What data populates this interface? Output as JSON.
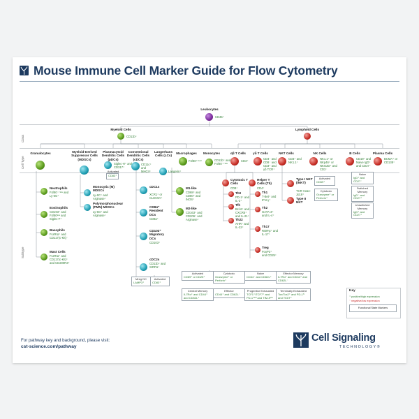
{
  "title": "Mouse Immune Cell Marker Guide for Flow Cytometry",
  "side_labels": {
    "class": "Class",
    "cell_type": "Cell Type",
    "subtype": "Subtype"
  },
  "root": {
    "name": "Leukocytes",
    "marker": "CD45⁺"
  },
  "classes": {
    "myeloid": {
      "name": "Myeloid Cells",
      "marker": "CD11b⁺"
    },
    "lymphoid": {
      "name": "Lymphoid Cells"
    }
  },
  "myeloid_types": [
    {
      "name": "Granulocytes"
    },
    {
      "name": "Myeloid-Derived Suppressor Cells (MDSCs)"
    },
    {
      "name": "Plasmacytoid Dendritic Cells (pDCs)",
      "marker": "Siglec-H⁺ and CD317⁺",
      "note": "Activated",
      "box": "CD83⁺"
    },
    {
      "name": "Conventional Dendritic Cells (cDCs)",
      "marker": "CD11c⁺ and MHCII⁺"
    },
    {
      "name": "Langerhans Cells (LCs)",
      "marker": "Langerin⁺"
    },
    {
      "name": "Macrophages",
      "marker": "F4/80⁺ᵐᵉᵈ"
    },
    {
      "name": "Monocytes",
      "marker": "CD11b⁺ and F4/80⁻ᐟˡᵒʷ"
    }
  ],
  "lymphoid_types": [
    {
      "name": "αβ T Cells",
      "marker": "CD3⁺"
    },
    {
      "name": "γδ T Cells",
      "marker": "CD4⁻ and CD8⁻ and CD3⁺ and γδ TCR⁺"
    },
    {
      "name": "NKT Cells",
      "marker": "CD3⁺ and NK1.1⁺"
    },
    {
      "name": "NK Cells",
      "marker": "NK1.1⁺ or NKp46⁺ or NKG2D⁺ and CD3⁻"
    },
    {
      "name": "B Cells",
      "marker": "CD19⁺ and Naive IgD⁺ and CD27⁻"
    },
    {
      "name": "Plasma Cells",
      "marker": "BCMA⁺ or CD138⁺"
    }
  ],
  "granulocyte_subtypes": [
    {
      "name": "Neutrophils",
      "marker": "F4/80⁻ᐟˡᵒʷ and Ly-6G⁺"
    },
    {
      "name": "Eosinophils",
      "marker": "CD193⁺ and F4/80ˡᵒʷ and Siglec-F⁺"
    },
    {
      "name": "Basophils",
      "marker": "FcεRIα⁺ and CD117(c-Kit)⁻"
    },
    {
      "name": "Mast Cells",
      "marker": "FcεRIα⁺ and CD117(c-Kit)⁺ and CD200R3⁺"
    }
  ],
  "mdsc_subtypes": [
    {
      "name": "Monocytic (M) MDSCs",
      "marker": "Ly-6C⁺ and Arginase⁺"
    },
    {
      "name": "Polymorphonuclear (PMN) MDSCs",
      "marker": "Ly-6G⁺ and Arginase⁺"
    }
  ],
  "cdc_subtypes": [
    {
      "name": "cDC1s",
      "marker": "XCR1⁺ or CLEC9A⁺"
    },
    {
      "name": "CD8α⁺ Resident DCs",
      "marker": "CD8α⁺"
    },
    {
      "name": "CD103⁺ Migratory DCs",
      "marker": "CD103⁺"
    },
    {
      "name": "cDC2s",
      "marker": "CD11b⁺ and SIRPα⁺"
    }
  ],
  "macrophage_subtypes": [
    {
      "name": "M1-like",
      "marker": "CD68⁺ and CD80⁺ and iNOS⁺"
    },
    {
      "name": "M2-like",
      "marker": "CD163⁺ and CD206⁺ and Arginase⁺"
    }
  ],
  "cdc_boxes": [
    {
      "head": "Mreg DC",
      "value": "LAMP3⁺"
    },
    {
      "head": "Activated",
      "value": "CD83⁺"
    }
  ],
  "t_subtypes": {
    "cytotoxic": {
      "name": "Cytotoxic T Cells",
      "marker": "CD8⁺"
    },
    "helper": {
      "name": "Helper T Cells (Th)",
      "marker": "CD4⁺"
    },
    "th0": {
      "name": "Th0",
      "marker": "PD-1⁺ and IL-2⁺"
    },
    "tfh": {
      "name": "Tfh",
      "marker": "Bcl-6⁺ and CXCR5⁺ and IL-21⁺"
    },
    "th22": {
      "name": "Th22",
      "marker": "AHR⁺ and IL-22⁺"
    },
    "th1": {
      "name": "Th1",
      "marker": "T-Bet⁺ and IFN-γ⁺"
    },
    "th2": {
      "name": "Th2",
      "marker": "GATA-3⁺ and IL-4⁺"
    },
    "th17": {
      "name": "Th17",
      "marker": "RORγt⁺ and IL-17⁺"
    },
    "treg": {
      "name": "Treg",
      "marker": "FoxP3⁺ and CD25⁺"
    }
  },
  "nkt_subtypes": [
    {
      "name": "Type I NKT (iNKT)",
      "marker": "TCR Vα14-Jα18⁺"
    },
    {
      "name": "Type II NKT"
    }
  ],
  "nk_boxes": [
    {
      "head": "Activated",
      "value": "CD69⁺"
    },
    {
      "head": "Cytotoxic",
      "value": "Granzyme⁺ or Perforin⁺"
    }
  ],
  "b_boxes": [
    {
      "head": "Naive",
      "value": "IgD⁺ and CD27⁻"
    },
    {
      "head": "Switched Memory",
      "value": "IgD⁻ and CD27⁺"
    },
    {
      "head": "Unswitched Memory",
      "value": "IgD⁺ and CD27⁺"
    }
  ],
  "t_state_boxes": [
    {
      "head": "Activated",
      "value": "CD69⁺ or CD25⁺"
    },
    {
      "head": "Cytotoxic",
      "value": "Granzyme⁺ or Perforin⁺"
    },
    {
      "head": "Naive",
      "value": "CD44⁻ and CD62L⁺"
    },
    {
      "head": "Effector Memory",
      "value": "IL7Rα⁺ and CD44⁺ and CD62L⁻"
    },
    {
      "head": "Central Memory",
      "value": "IL7Rα⁺ and CD44⁺ and CD62L⁺"
    },
    {
      "head": "Effector",
      "value": "CD44⁺ and CD62L⁻"
    },
    {
      "head": "Progenitor Exhausted",
      "value": "TCF1⁺/TCF7⁺ and PD-1ᵐᵉᵈ and TIM-3ˡᵒʷ"
    },
    {
      "head": "Terminally Exhausted",
      "value": "Tox/Tox2⁺ and PD-1ʰⁱ and TIGIT⁺"
    }
  ],
  "key": {
    "title": "Key",
    "positive": "⁺ positive/high expression",
    "negative": "⁻ negative/low expression",
    "functional": "Functional State Markers"
  },
  "footer": {
    "text": "For pathway key and background, please visit:",
    "url": "cst-science.com/pathway"
  },
  "brand": {
    "name": "Cell Signaling",
    "sub": "TECHNOLOGY®"
  }
}
